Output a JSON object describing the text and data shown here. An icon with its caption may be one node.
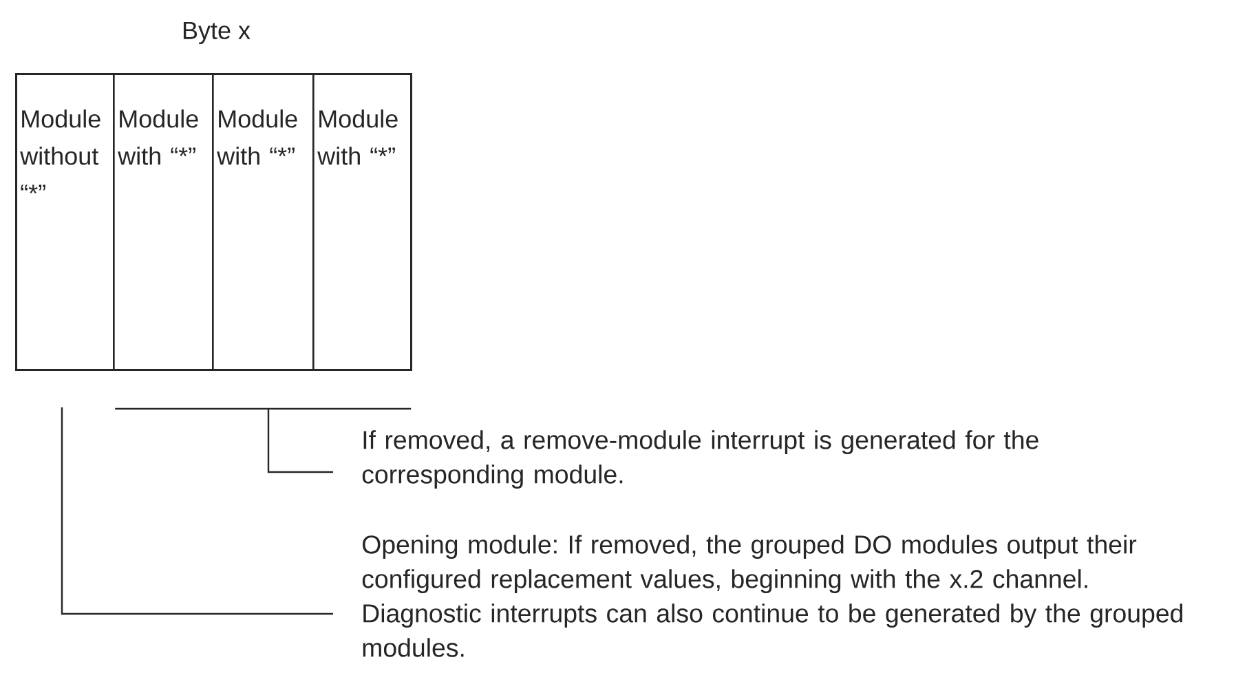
{
  "diagram": {
    "nodes": [
      {
        "text": [
          "Byte x"
        ]
      },
      {
        "text": [
          "Module without “*”"
        ],
        "in": 0
      },
      {
        "text": [
          "Module with “*”"
        ],
        "in": 0
      },
      {
        "text": [
          "Module with “*”"
        ],
        "in": 0
      },
      {
        "text": [
          "Module with “*”"
        ],
        "in": 0
      },
      {
        "text": [],
        "shape": "bar"
      },
      {
        "text": [
          "If removed, a remove-module interrupt is generated for the corresponding module."
        ]
      },
      {
        "text": [
          "Opening module: If removed, the grouped DO modules output their configured replacement values, beginning with the x.2 channel. Diagnostic interrupts can also continue to be generated by the grouped modules."
        ]
      }
    ],
    "edges": [
      {
        "from": 6,
        "to": 5,
        "arrow": "none"
      },
      {
        "from": 7,
        "to": 1,
        "arrow": "none"
      }
    ]
  }
}
